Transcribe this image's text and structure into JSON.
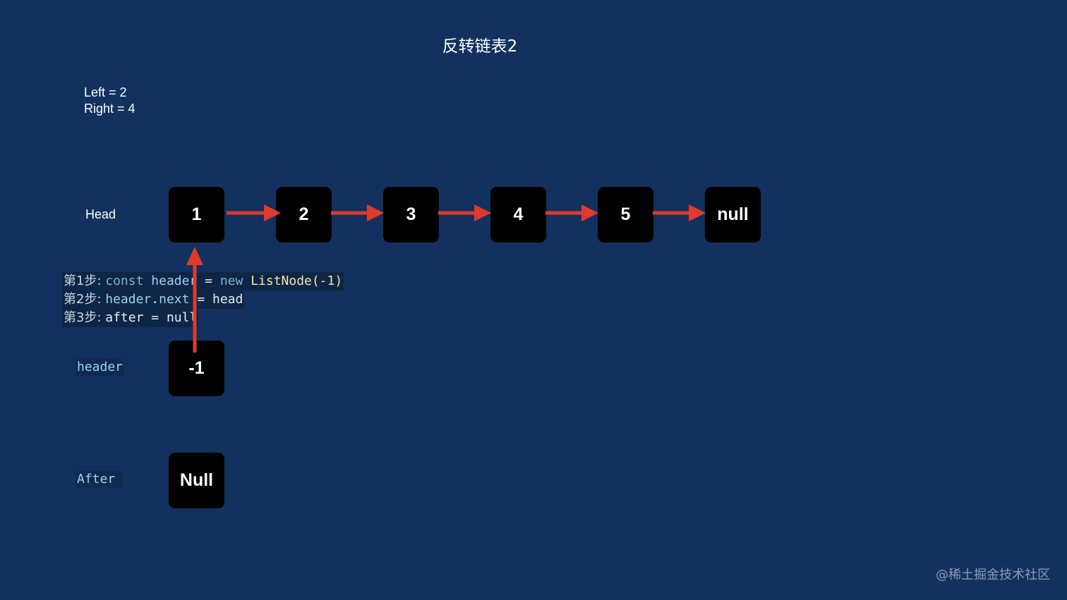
{
  "title": "反转链表2",
  "params": {
    "left": "Left = 2",
    "right": "Right = 4"
  },
  "head_label": "Head",
  "header_label": "header",
  "after_label": "After",
  "list_nodes": [
    "1",
    "2",
    "3",
    "4",
    "5",
    "null"
  ],
  "header_node": "-1",
  "after_node": "Null",
  "code": {
    "line1": {
      "step": "第1步: ",
      "kw1": "const",
      "id1": "header",
      "op": " = ",
      "kw2": "new",
      "fn": "ListNode(-1)"
    },
    "line2": {
      "step": "第2步: ",
      "id1": "header",
      "dot": ".",
      "id2": "next",
      "op": " = ",
      "rhs": "head"
    },
    "line3": {
      "step": "第3步: ",
      "id1": "after",
      "op": " = ",
      "rhs": "null"
    }
  },
  "watermark": "@稀土掘金技术社区",
  "colors": {
    "background": "#13315f",
    "node": "#000000",
    "arrow": "#e03a2a"
  }
}
